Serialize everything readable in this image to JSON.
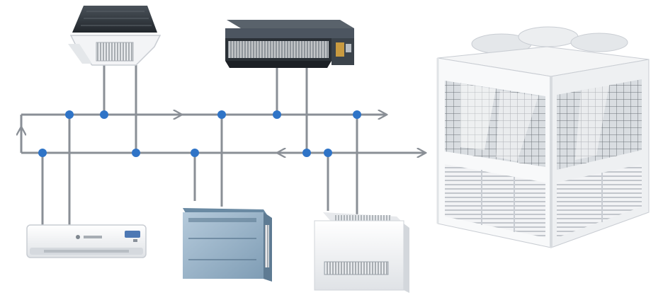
{
  "diagram": {
    "colors": {
      "pipe": "#8a8f96",
      "node": "#2f74c7",
      "unit_white": "#f1f3f5",
      "unit_shadow": "#c9cdd3",
      "cassette_dark": "#2b2b2b",
      "ducted_body": "#30363c",
      "vertical_unit_blue": "#9eb8cc",
      "grille": "#9aa2aa",
      "chiller_frame": "#ffffff",
      "coil": "#c6ccd2",
      "fan_cap": "#e4e7ea"
    },
    "units": [
      {
        "id": "ceiling-cassette",
        "icon": "ceiling-cassette-icon"
      },
      {
        "id": "ducted-fan-coil",
        "icon": "ducted-fan-coil-icon"
      },
      {
        "id": "wall-split",
        "icon": "wall-split-icon"
      },
      {
        "id": "vertical-fan-coil",
        "icon": "vertical-fan-coil-icon"
      },
      {
        "id": "floor-console",
        "icon": "floor-console-icon"
      },
      {
        "id": "air-cooled-chiller",
        "icon": "chiller-icon"
      }
    ]
  }
}
